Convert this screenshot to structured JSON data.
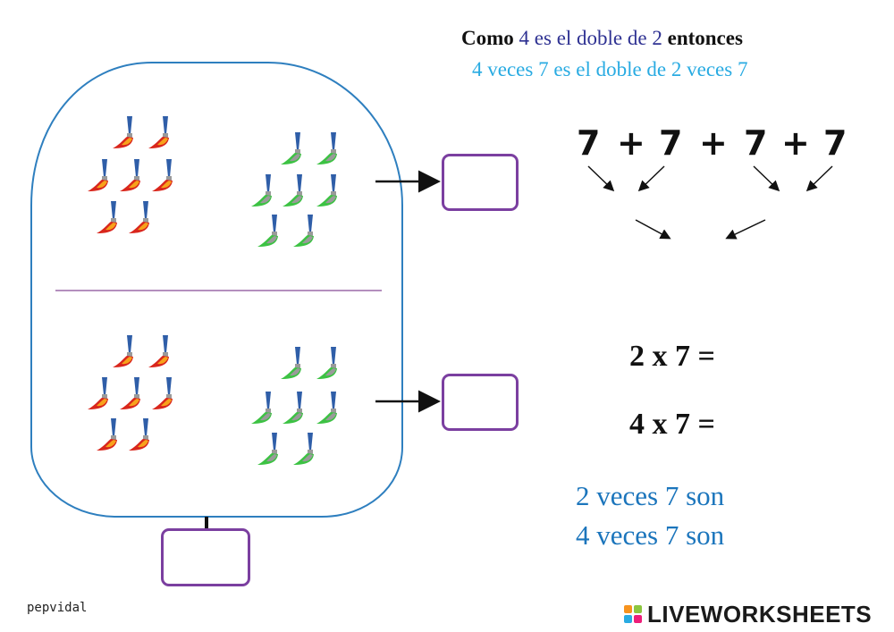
{
  "header": {
    "line1_a": "Como ",
    "line1_b": "4 es el doble de 2",
    "line1_c": " entonces",
    "line2": "4 veces 7 es el doble de 2 veces 7"
  },
  "sum": {
    "terms": [
      "7",
      "+",
      "7",
      "+",
      "7",
      "+",
      "7"
    ]
  },
  "equations": {
    "eq1": "2 x 7 =",
    "eq2": "4 x 7 ="
  },
  "phrases": {
    "p1": "2 veces 7 son",
    "p2": "4 veces 7 son"
  },
  "answers": {
    "box1": "",
    "box2": "",
    "box3": ""
  },
  "footer": {
    "author": "pepvidal",
    "brand": "LIVEWORKSHEETS"
  },
  "colors": {
    "red_brush": "#d9261c",
    "green_brush": "#39b54a",
    "frame": "#2e7fbf",
    "answer_border": "#7b3fa0"
  },
  "icons": [
    "paintbrush-icon"
  ]
}
